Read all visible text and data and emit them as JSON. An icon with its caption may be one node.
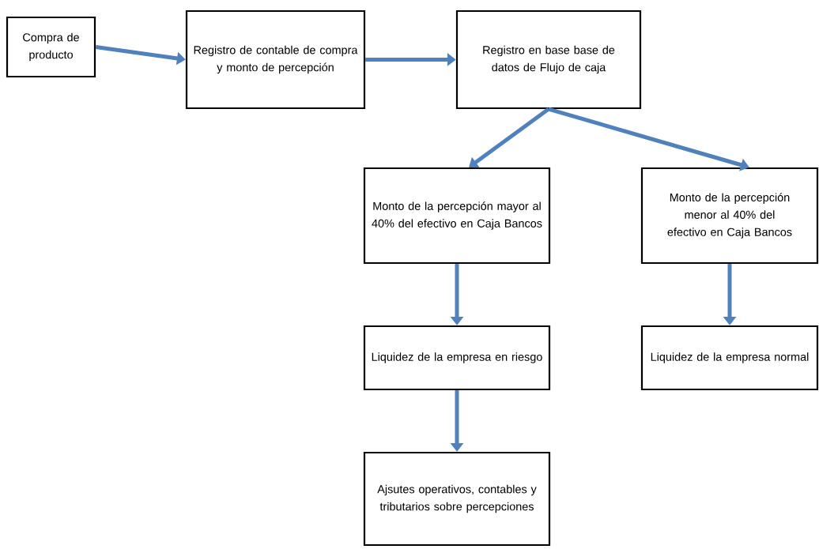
{
  "diagram": {
    "nodes": [
      {
        "text": [
          "Compra de producto"
        ]
      },
      {
        "text": [
          "Registro de contable de compra y monto de percepción"
        ]
      },
      {
        "text": [
          "Registro en base base de datos de Flujo de caja"
        ]
      },
      {
        "text": [
          "Monto de la percepción mayor al 40% del efectivo en Caja Bancos"
        ]
      },
      {
        "text": [
          "Monto de la percepción menor al 40% del efectivo en Caja Bancos"
        ]
      },
      {
        "text": [
          "Liquidez de la empresa en riesgo"
        ]
      },
      {
        "text": [
          "Liquidez de la empresa normal"
        ]
      },
      {
        "text": [
          "Ajsutes operativos, contables y tributarios sobre percepciones"
        ]
      }
    ],
    "edges": [
      {
        "from": 0,
        "to": 1,
        "arrow": "to"
      },
      {
        "from": 1,
        "to": 2,
        "arrow": "to"
      },
      {
        "from": 2,
        "to": 3,
        "arrow": "to"
      },
      {
        "from": 2,
        "to": 4,
        "arrow": "to"
      },
      {
        "from": 3,
        "to": 5,
        "arrow": "to"
      },
      {
        "from": 4,
        "to": 6,
        "arrow": "to"
      },
      {
        "from": 5,
        "to": 7,
        "arrow": "to"
      }
    ]
  }
}
